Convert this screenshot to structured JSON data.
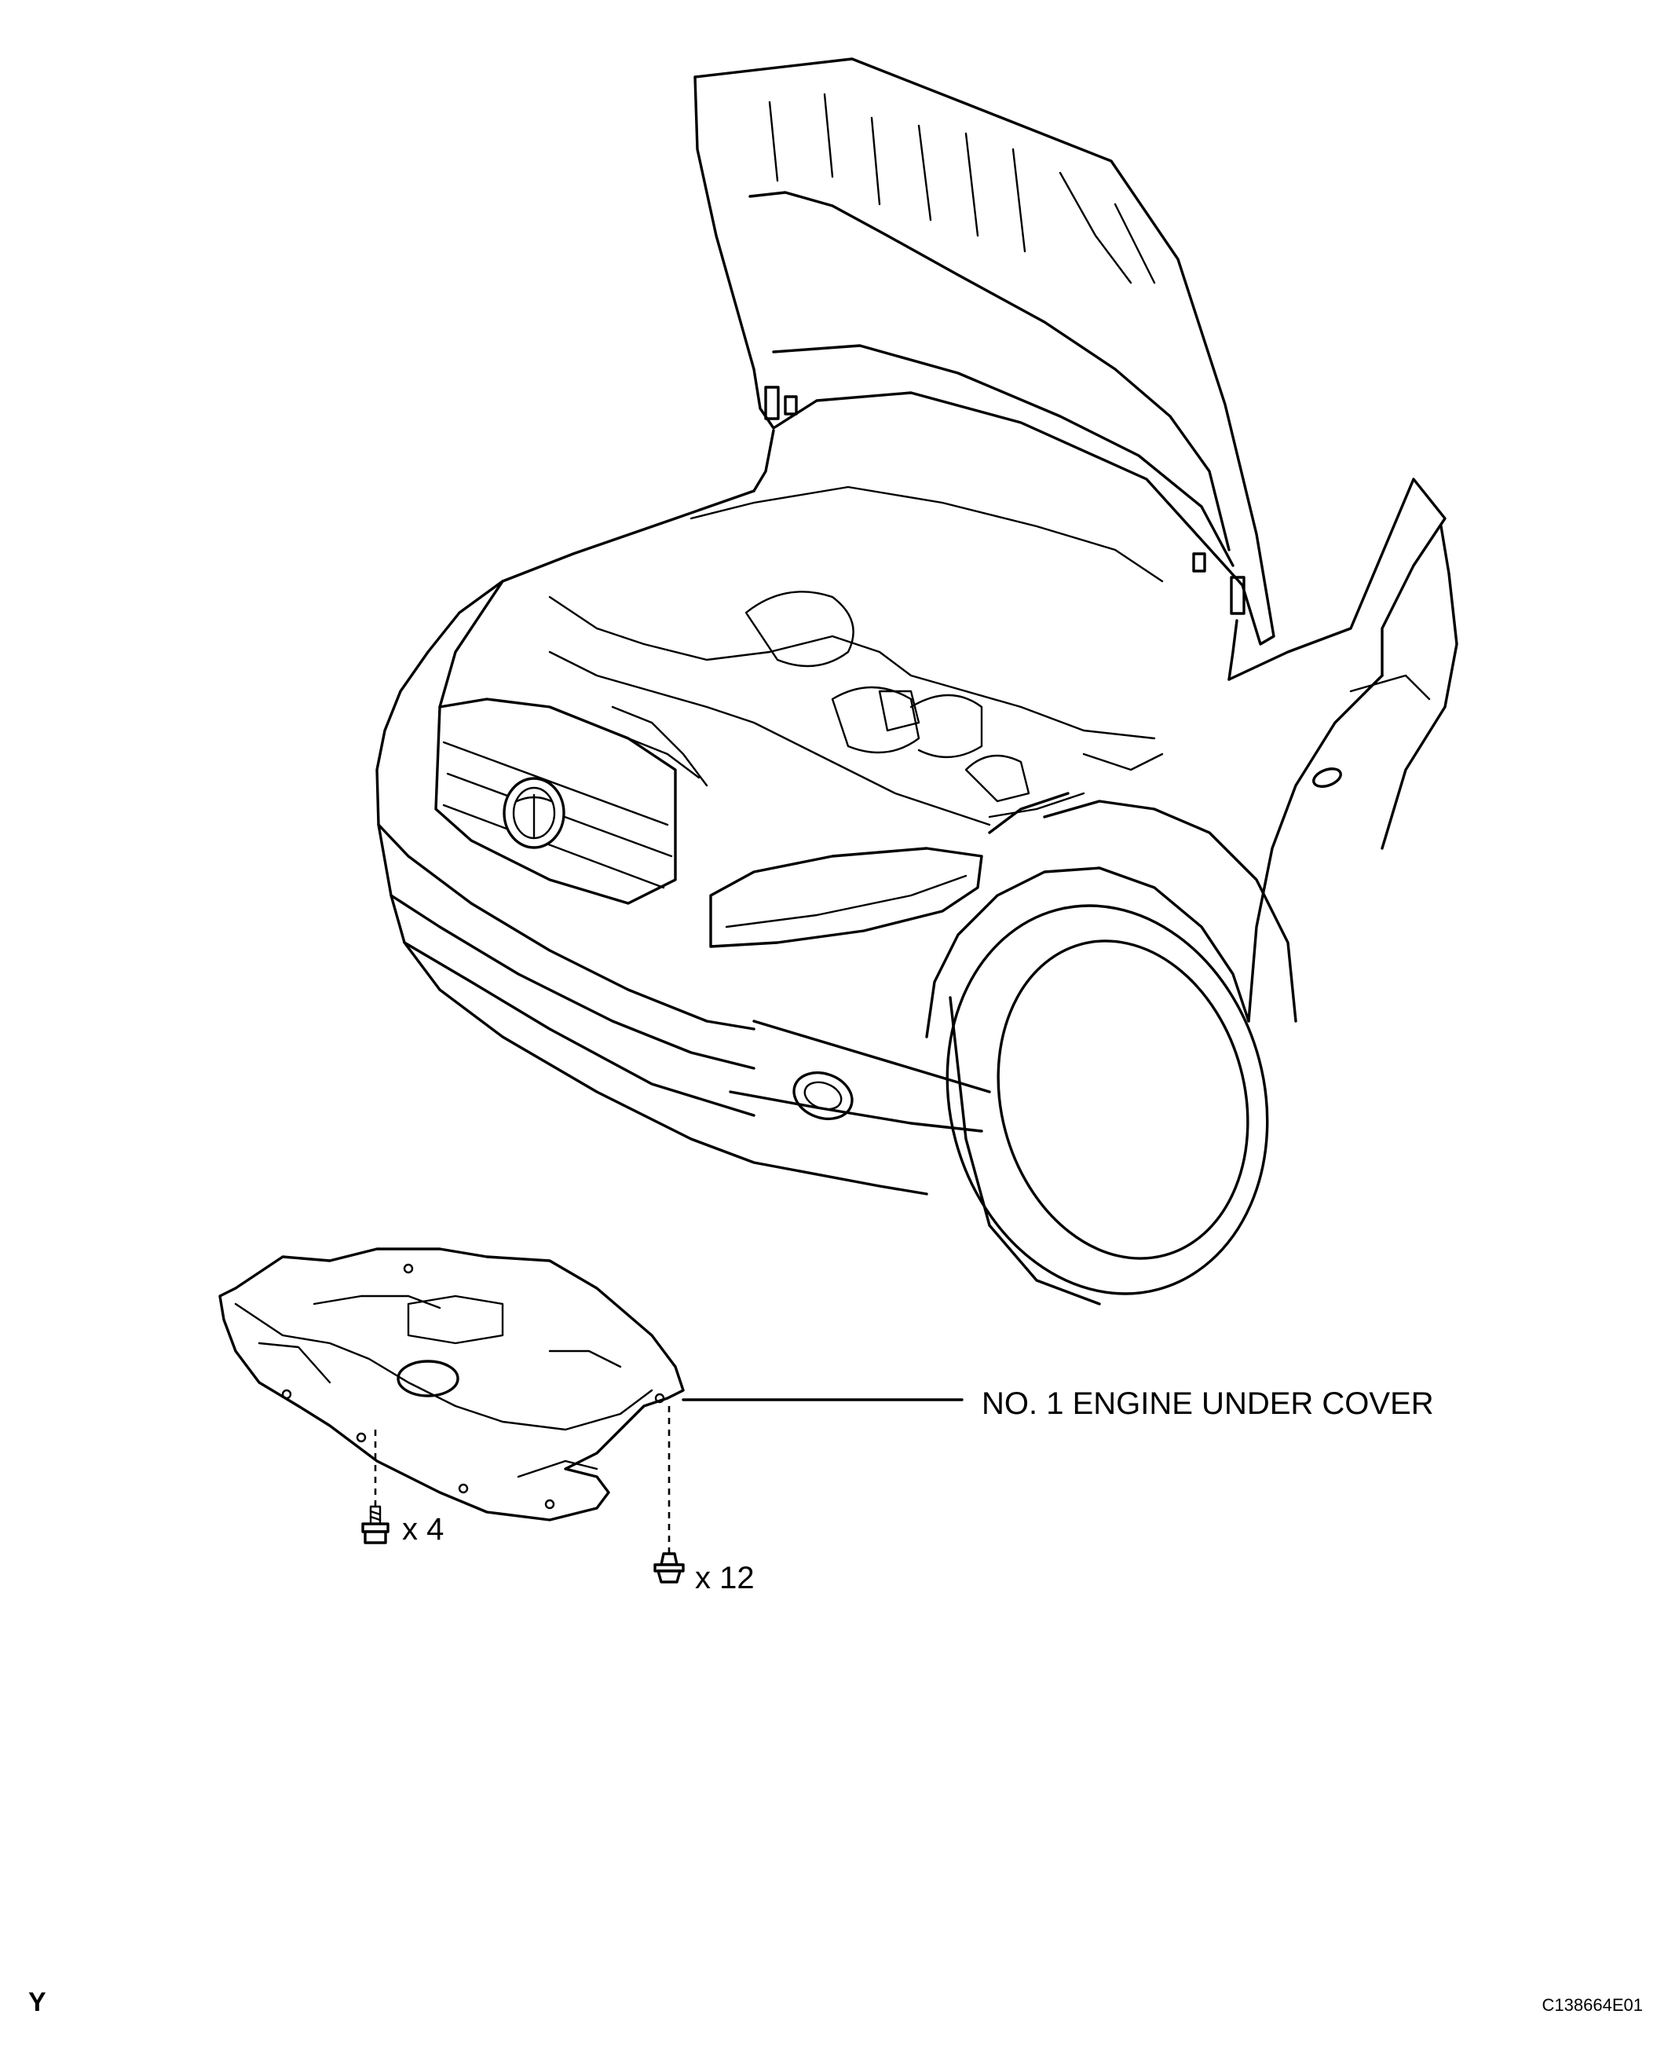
{
  "callouts": {
    "part_label": "NO. 1 ENGINE UNDER COVER",
    "bolt_qty": "x 4",
    "clip_qty": "x 12"
  },
  "footer": {
    "corner_mark": "Y",
    "figure_code": "C138664E01"
  },
  "icons": [
    "vehicle-front-drawing",
    "engine-under-cover-drawing",
    "bolt-icon",
    "clip-icon"
  ],
  "colors": {
    "ink": "#000000",
    "paper": "#ffffff"
  }
}
